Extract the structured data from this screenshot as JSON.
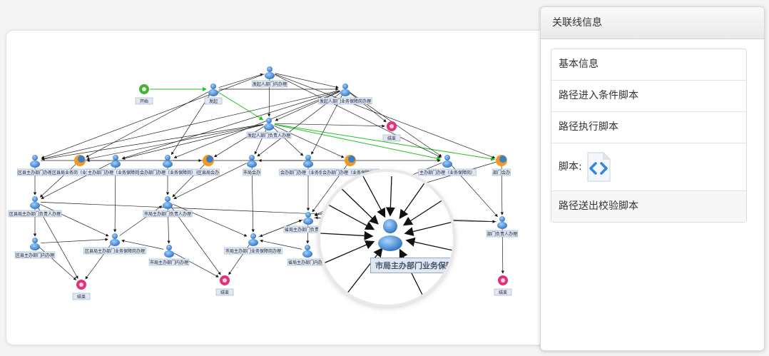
{
  "panel": {
    "title": "关联线信息",
    "items": [
      {
        "label": "基本信息"
      },
      {
        "label": "路径进入条件脚本"
      },
      {
        "label": "路径执行脚本"
      },
      {
        "label": "脚本:"
      },
      {
        "label": "路径送出校验脚本"
      }
    ],
    "script_icon": "code-file-icon"
  },
  "workflow": {
    "start_label": "开始",
    "end_label": "结束",
    "nodes": [
      {
        "label": "发起"
      },
      {
        "label": "发起人部门内办理"
      },
      {
        "label": "发起人部门业务保障岗办理"
      },
      {
        "label": "发起人部门负责人办理"
      },
      {
        "label": "区县主办部门办理"
      },
      {
        "label": "区县局业务岗（业务保障岗）"
      },
      {
        "label": "主办部门办理（业务保障岗）"
      },
      {
        "label": "区县局会办"
      },
      {
        "label": "会办部门办理（业务保障岗）"
      },
      {
        "label": "市局会办"
      },
      {
        "label": "会办部门办理（业务保障岗）"
      },
      {
        "label": "会办部门办理（业务保障岗）"
      },
      {
        "label": "主办部门办理（业务保障岗）"
      },
      {
        "label": "部门会办"
      },
      {
        "label": "区县局主办部门负责人办理"
      },
      {
        "label": "市局主办部门负责人办理"
      },
      {
        "label": "省局主办部门负责人办理"
      },
      {
        "label": "部门负责人办理"
      },
      {
        "label": "区县局主办部门业务保障岗办理"
      },
      {
        "label": "市局主办部门业务保障岗办理"
      },
      {
        "label": "区县主办部门内办理"
      },
      {
        "label": "市局主办部门内办理"
      },
      {
        "label": "省局主办部门内办理"
      }
    ],
    "magnified_label": "市局主办部门业务保障岗办"
  },
  "colors": {
    "accent": "#3d7ec9",
    "start": "#4caf3a",
    "end": "#e0337a",
    "arrow": "#111111",
    "green_arrow": "#21c321"
  }
}
